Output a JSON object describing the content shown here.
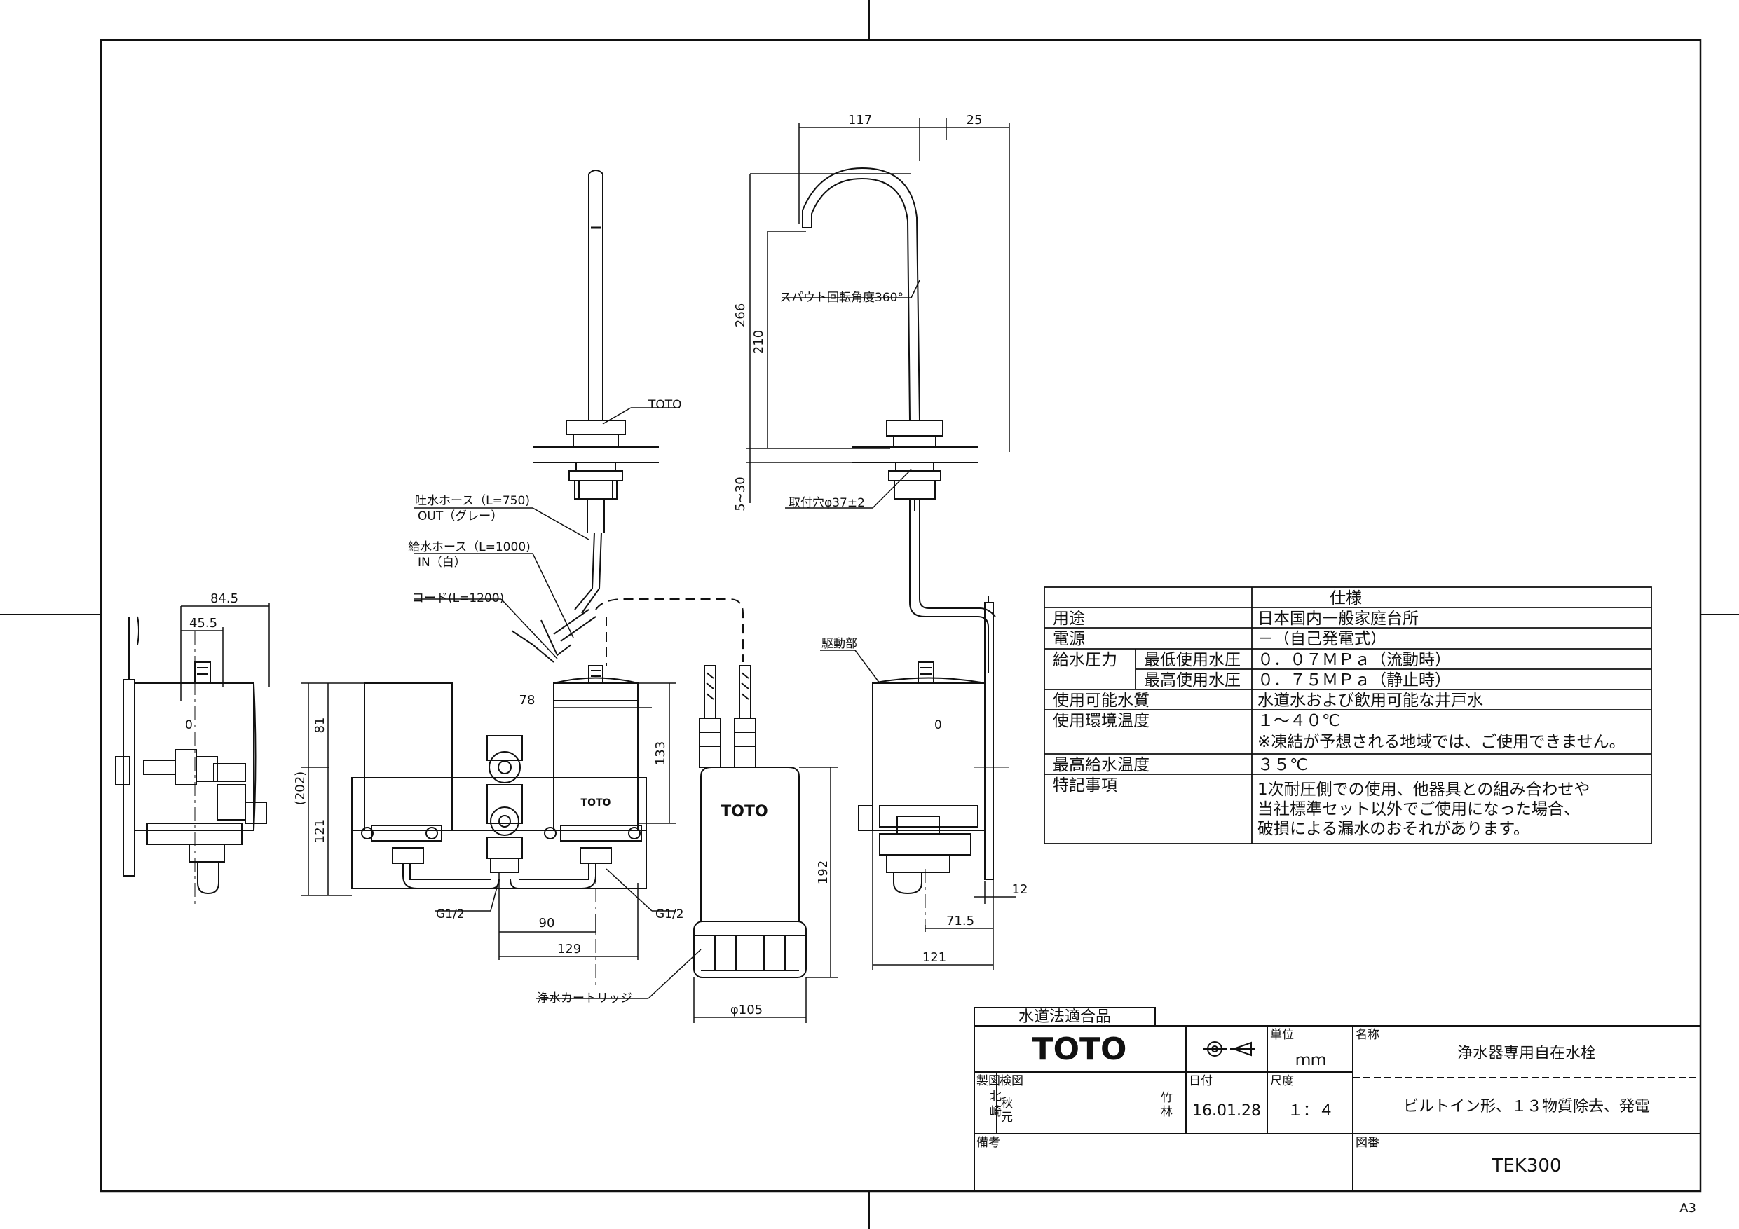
{
  "drawing": {
    "dims": {
      "d117": "117",
      "d25": "25",
      "d266": "266",
      "d210": "210",
      "d5_30": "5~30",
      "d84_5": "84.5",
      "d45_5": "45.5",
      "d78": "78",
      "d81": "81",
      "d202": "(202)",
      "d121v": "121",
      "d133": "133",
      "d192": "192",
      "d90": "90",
      "d129": "129",
      "d105": "φ105",
      "d12": "12",
      "d71_5": "71.5",
      "d121h": "121"
    },
    "labels": {
      "toto_top": "TOTO",
      "toto_body": "TOTO",
      "toto_cart": "TOTO",
      "out_hose_1": "吐水ホース（L=750)",
      "out_hose_2": "OUT（グレー）",
      "in_hose_1": "給水ホース（L=1000)",
      "in_hose_2": "IN（白）",
      "cord": "コード(L=1200)",
      "spout_rotation": "スパウト回転角度360°",
      "mount_hole": "取付穴φ37±2",
      "drive_unit": "駆動部",
      "g12_left": "G1/2",
      "g12_right": "G1/2",
      "cartridge": "浄水カートリッジ",
      "zero_left": "0",
      "zero_right": "0"
    }
  },
  "spec_table": {
    "header": "仕様",
    "rows": [
      {
        "label": "用途",
        "value": "日本国内一般家庭台所"
      },
      {
        "label": "電源",
        "value": "－（自己発電式）"
      },
      {
        "label": "給水圧力",
        "sub1": "最低使用水圧",
        "val1": "０．０７ＭＰａ（流動時）",
        "sub2": "最高使用水圧",
        "val2": "０．７５ＭＰａ（静止時）"
      },
      {
        "label": "使用可能水質",
        "value": "水道水および飲用可能な井戸水"
      },
      {
        "label": "使用環境温度",
        "value": "１～４０℃",
        "note": "※凍結が予想される地域では、ご使用できません。"
      },
      {
        "label": "最高給水温度",
        "value": "３５℃"
      },
      {
        "label": "特記事項",
        "lines": [
          "1次耐圧側での使用、他器具との組み合わせや",
          "当社標準セット以外でご使用になった場合、",
          "破損による漏水のおそれがあります。"
        ]
      }
    ]
  },
  "title_block": {
    "water_law": "水道法適合品",
    "brand": "TOTO",
    "unit_label": "単位",
    "unit_value": "ｍｍ",
    "name_label": "名称",
    "product_name": "浄水器専用自在水栓",
    "description": "ビルトイン形、１３物質除去、発電",
    "drawn_label": "製図",
    "drawn_by_1": "北",
    "drawn_by_2": "崎",
    "checked_label": "検図",
    "checked_by_1": "秋",
    "checked_by_2": "元",
    "approved_1": "竹",
    "approved_2": "林",
    "date_label": "日付",
    "date_value": "16.01.28",
    "scale_label": "尺度",
    "scale_value": "１：４",
    "remarks_label": "備考",
    "drawing_no_label": "図番",
    "drawing_no": "TEK300"
  },
  "sheet_size": "A3"
}
